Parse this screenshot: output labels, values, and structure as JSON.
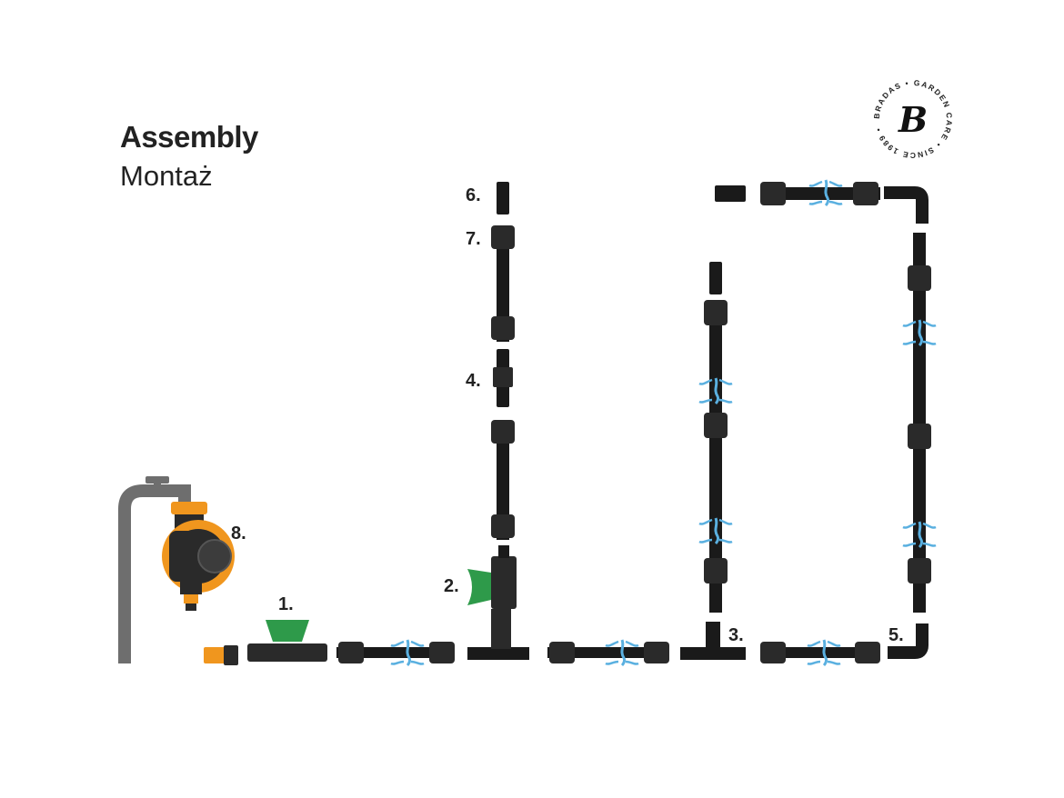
{
  "header": {
    "title": "Assembly",
    "subtitle": "Montaż"
  },
  "brand": {
    "ring_text": "BRADAS • GARDEN CARE • SINCE 1989 •",
    "monogram": "B"
  },
  "labels": {
    "step1": "1.",
    "step2": "2.",
    "step3": "3.",
    "step4": "4.",
    "step5": "5.",
    "step6": "6.",
    "step7": "7.",
    "step8": "8."
  },
  "colors": {
    "pipe": "#1a1a1a",
    "fitting": "#3a3a3a",
    "valve_green": "#2e9a4a",
    "timer_orange": "#f0961e",
    "water_spray": "#5ab0e0",
    "tap_gray": "#6e6e6e"
  }
}
